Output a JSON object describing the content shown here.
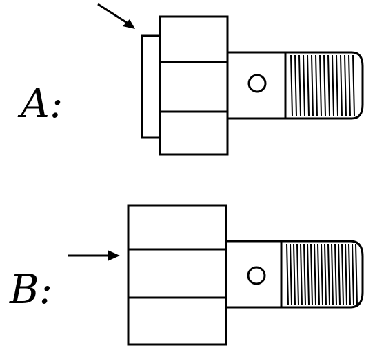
{
  "labels": {
    "a": "A:",
    "b": "B:"
  },
  "colors": {
    "stroke": "#000000",
    "background": "#ffffff"
  },
  "figures": [
    {
      "id": "a",
      "description_label": "A:",
      "has_washer": true,
      "arrow_target": "washer"
    },
    {
      "id": "b",
      "description_label": "B:",
      "has_washer": false,
      "arrow_target": "nut-face"
    }
  ]
}
